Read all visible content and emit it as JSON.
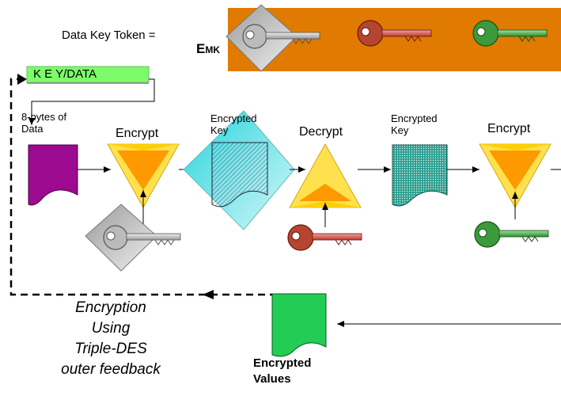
{
  "token": {
    "label": "Data Key Token =",
    "emk_prefix": "E",
    "emk_subscript": "MK",
    "band_color": "#e07a00"
  },
  "key_data_box": {
    "label": "K E Y/DATA",
    "color": "#7cfc6a"
  },
  "input_note": {
    "line1": "8-bytes of",
    "line2": "Data"
  },
  "stages": {
    "encrypt1": "Encrypt",
    "encrypted_key1_line1": "Encrypted",
    "encrypted_key1_line2": "Key",
    "decrypt": "Decrypt",
    "encrypted_key2_line1": "Encrypted",
    "encrypted_key2_line2": "Key",
    "encrypt2": "Encrypt"
  },
  "caption": {
    "line1": "Encryption",
    "line2": "Using",
    "line3": "Triple-DES",
    "line4": "outer feedback"
  },
  "output": {
    "line1": "Encrypted",
    "line2": "Values",
    "color": "#22cc55"
  },
  "colors": {
    "data_doc": "#9b0a8f",
    "cipher_top": "#ff9900",
    "cipher_side": "#ffe14d",
    "diamond": "#26d4dc",
    "teal_doc": "#2a9d8f",
    "key_silver": "#9a9a9a",
    "key_red": "#c0392b",
    "key_green": "#2e8b2e"
  },
  "keys": [
    "silver-key-icon",
    "red-key-icon",
    "green-key-icon"
  ]
}
